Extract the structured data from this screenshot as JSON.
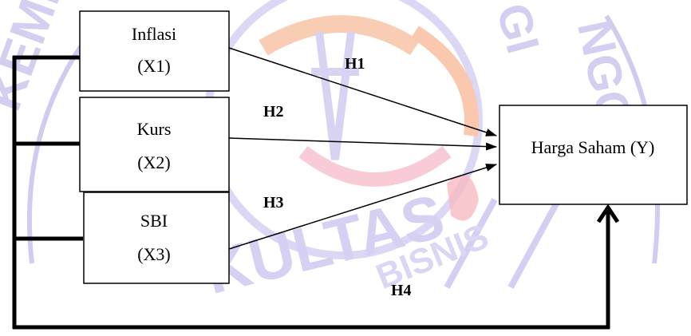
{
  "watermark": {
    "left_text": "KEMEN",
    "right_text": "NGGI",
    "center_text": "GI",
    "bottom_text": "KULTAS",
    "bottom_small_text": "BISNIS",
    "purple_color": "#b9b2e6",
    "orange_color": "#f6b28a",
    "pink_color": "#f7b7c5"
  },
  "boxes": {
    "inflasi": {
      "name": "Inflasi",
      "code": "(X1)"
    },
    "kurs": {
      "name": "Kurs",
      "code": "(X2)"
    },
    "sbi": {
      "name": "SBI",
      "code": "(X3)"
    },
    "harga": {
      "label": "Harga Saham (Y)"
    }
  },
  "hypotheses": {
    "h1": "H1",
    "h2": "H2",
    "h3": "H3",
    "h4": "H4"
  },
  "colors": {
    "line": "#000000",
    "box_border": "#000000",
    "background": "#ffffff"
  }
}
